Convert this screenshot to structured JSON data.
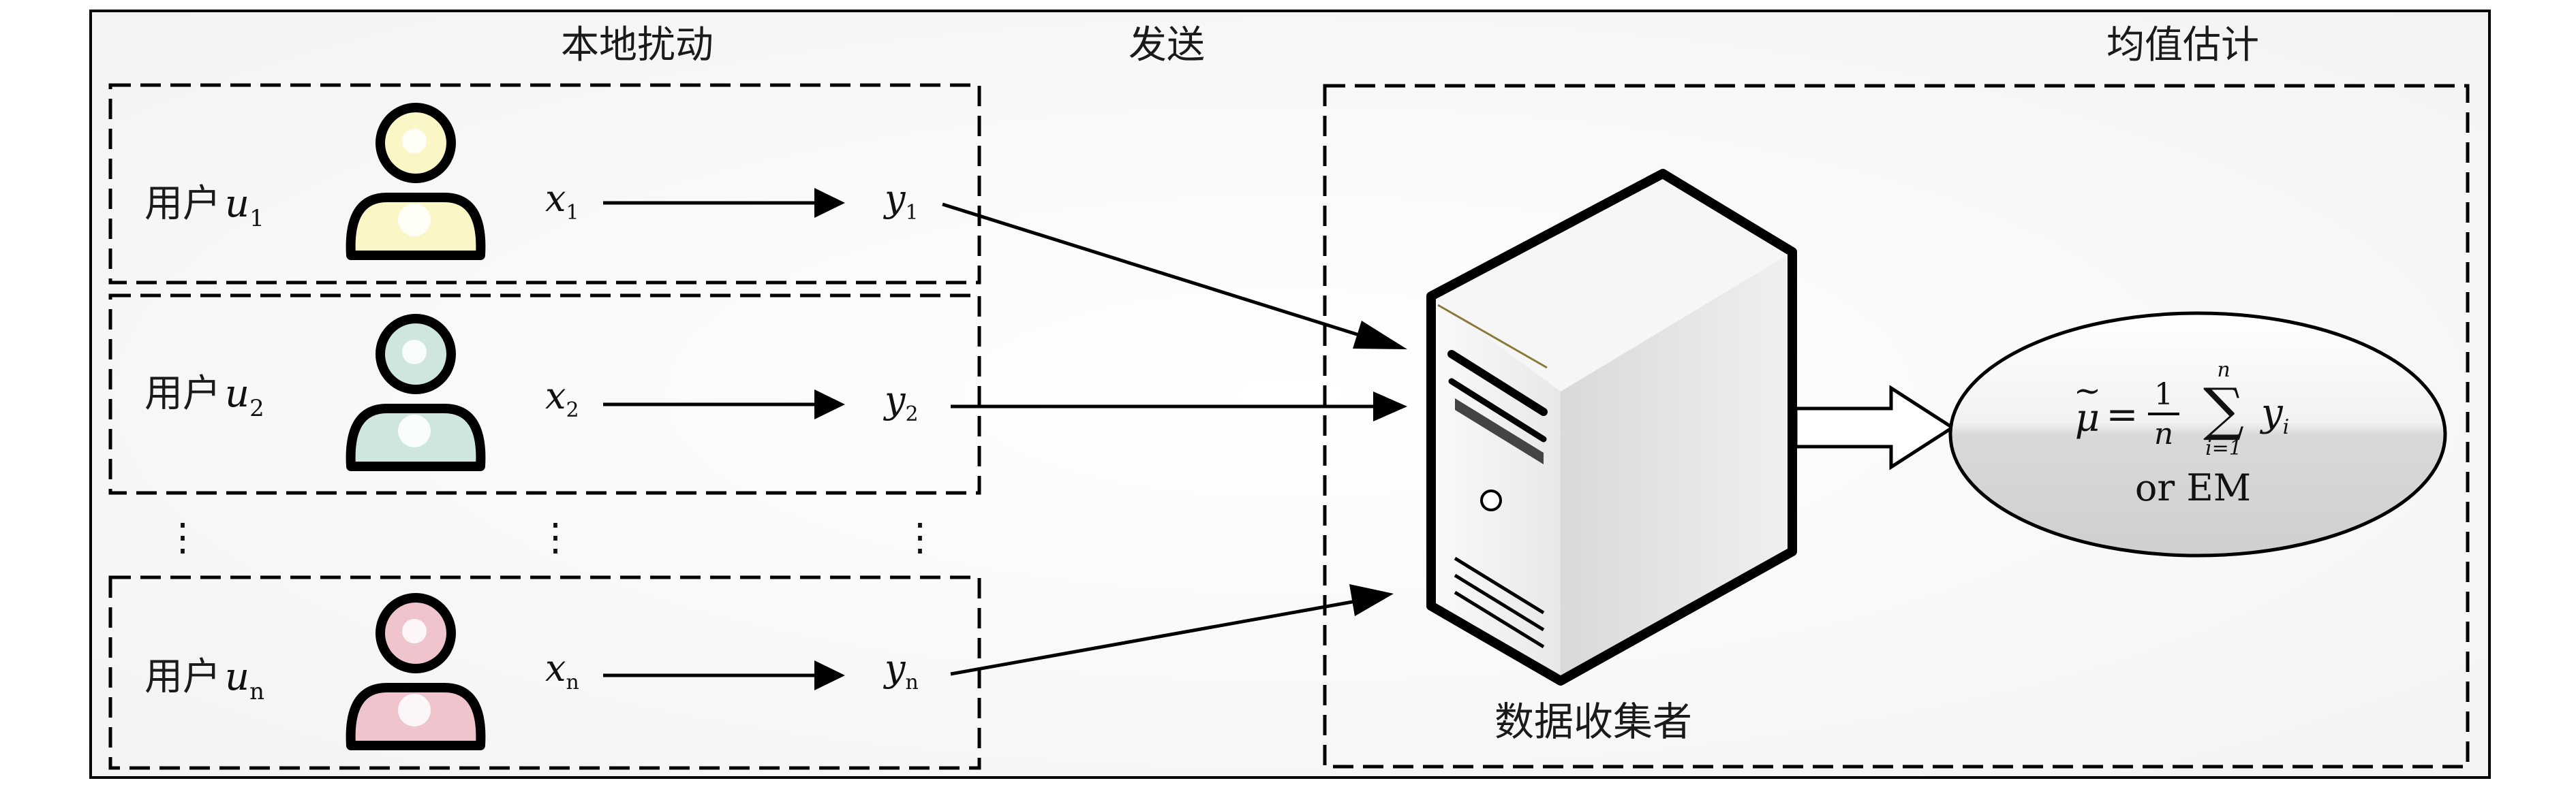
{
  "headers": {
    "local_perturbation": "本地扰动",
    "send": "发送",
    "mean_estimation": "均值估计"
  },
  "user_prefix": "用户",
  "users": [
    {
      "var": "u",
      "sub": "1",
      "x": "x",
      "x_sub": "1",
      "y": "y",
      "y_sub": "1",
      "color": "#fbf6c6"
    },
    {
      "var": "u",
      "sub": "2",
      "x": "x",
      "x_sub": "2",
      "y": "y",
      "y_sub": "2",
      "color": "#cfe6df"
    },
    {
      "var": "u",
      "sub": "n",
      "x": "x",
      "x_sub": "n",
      "y": "y",
      "y_sub": "n",
      "color": "#f0c4cc"
    }
  ],
  "ellipsis": "⋮",
  "collector_label": "数据收集者",
  "estimator": {
    "mu": "μ",
    "tilde": "~",
    "equals": "=",
    "frac_num": "1",
    "frac_den": "n",
    "sigma": "∑",
    "sum_upper": "n",
    "sum_lower": "i=1",
    "term": "y",
    "term_sub": "i",
    "alt_text": "or EM"
  }
}
